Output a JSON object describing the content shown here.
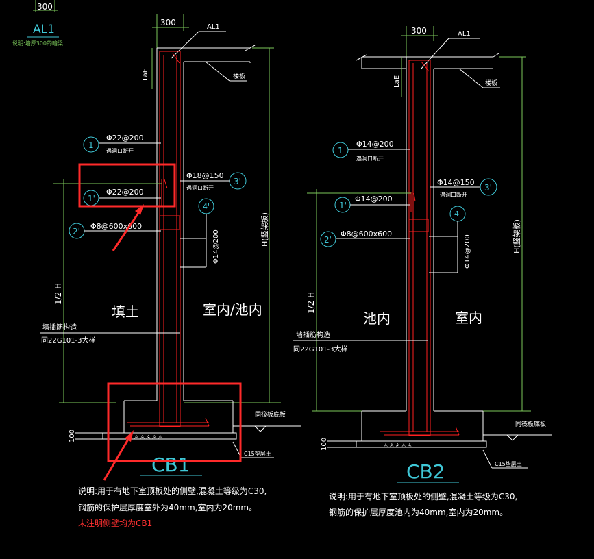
{
  "top_left": {
    "dim": "300",
    "label": "AL1",
    "note": "说明:墙厚300的暗梁"
  },
  "cb1": {
    "dim_top": "300",
    "beam_label": "AL1",
    "elev_label": "LaE",
    "slab_label": "楼板",
    "c1": {
      "num": "1",
      "bar": "Φ22@200",
      "sub": "遇洞口断开"
    },
    "c1p": {
      "num": "1'",
      "bar": "Φ22@200"
    },
    "c2p": {
      "num": "2'",
      "bar": "Φ8@600x600"
    },
    "c3p": {
      "num": "3'",
      "bar": "Φ18@150",
      "sub": "遇洞口断开"
    },
    "c4p": {
      "num": "4'",
      "bar": "Φ14@200"
    },
    "half_h": "1/2 H",
    "h_label": "H(竖架板)",
    "left_zone": "填土",
    "right_zone": "室内/池内",
    "note_ref1": "墙插筋构造",
    "note_ref2": "同22G101-3大样",
    "base_label": "同筏板底板",
    "cushion_label": "C15垫层土",
    "dim_100": "100",
    "title": "CB1",
    "desc1": "说明:用于有地下室顶板处的侧壁,混凝土等级为C30,",
    "desc2": "钢筋的保护层厚度室外为40mm,室内为20mm。",
    "desc3": "未注明侧壁均为CB1"
  },
  "cb2": {
    "dim_top": "300",
    "beam_label": "AL1",
    "elev_label": "LaE",
    "slab_label": "楼板",
    "c1": {
      "num": "1",
      "bar": "Φ14@200",
      "sub": "遇洞口断开"
    },
    "c1p": {
      "num": "1'",
      "bar": "Φ14@200"
    },
    "c2p": {
      "num": "2'",
      "bar": "Φ8@600x600"
    },
    "c3p": {
      "num": "3'",
      "bar": "Φ14@150",
      "sub": "遇洞口断开"
    },
    "c4p": {
      "num": "4'",
      "bar": "Φ14@200"
    },
    "half_h": "1/2 H",
    "h_label": "H(竖架板)",
    "left_zone": "池内",
    "right_zone": "室内",
    "note_ref1": "墙插筋构造",
    "note_ref2": "同22G101-3大样",
    "base_label": "同筏板底板",
    "cushion_label": "C15垫层土",
    "dim_100": "100",
    "title": "CB2",
    "desc1": "说明:用于有地下室顶板处的侧壁,混凝土等级为C30,",
    "desc2": "钢筋的保护层厚度池内为40mm,室内为20mm。"
  },
  "colors": {
    "background": "#000000",
    "dimension": "#7cc85a",
    "outline": "#ffffff",
    "rebar": "#ff2020",
    "callout": "#3fc7d6",
    "highlight": "#ff2a2a",
    "title_text": "#3fc7d6",
    "warning_text": "#ff3030"
  }
}
